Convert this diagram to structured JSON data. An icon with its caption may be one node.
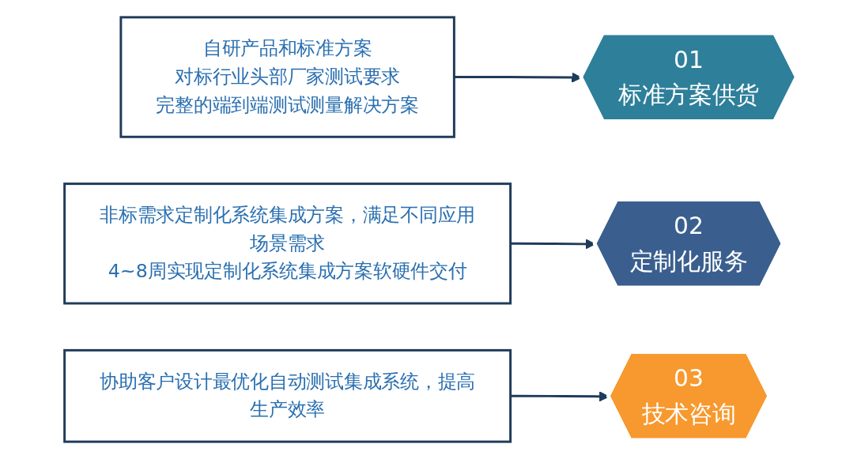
{
  "diagram": {
    "nodes": [
      {
        "text": [
          "自研产品和标准方案",
          "对标行业头部厂家测试要求",
          "完整的端到端测试测量解决方案"
        ]
      },
      {
        "text": [
          "01",
          "标准方案供货"
        ]
      },
      {
        "text": [
          "02",
          "定制化服务"
        ]
      },
      {
        "text": [
          "非标需求定制化系统集成方案，满足不同应用场景需求",
          "4~8周实现定制化系统集成方案软硬件交付"
        ]
      },
      {
        "text": [
          "03",
          "技术咨询"
        ]
      },
      {
        "text": [
          "协助客户设计最优化自动测试集成系统，提高生产效率"
        ]
      }
    ],
    "edges": [
      {
        "from": 0,
        "to": 1,
        "arrow": "to"
      },
      {
        "from": 3,
        "to": 2,
        "arrow": "to"
      },
      {
        "from": 5,
        "to": 4,
        "arrow": "to"
      }
    ]
  }
}
